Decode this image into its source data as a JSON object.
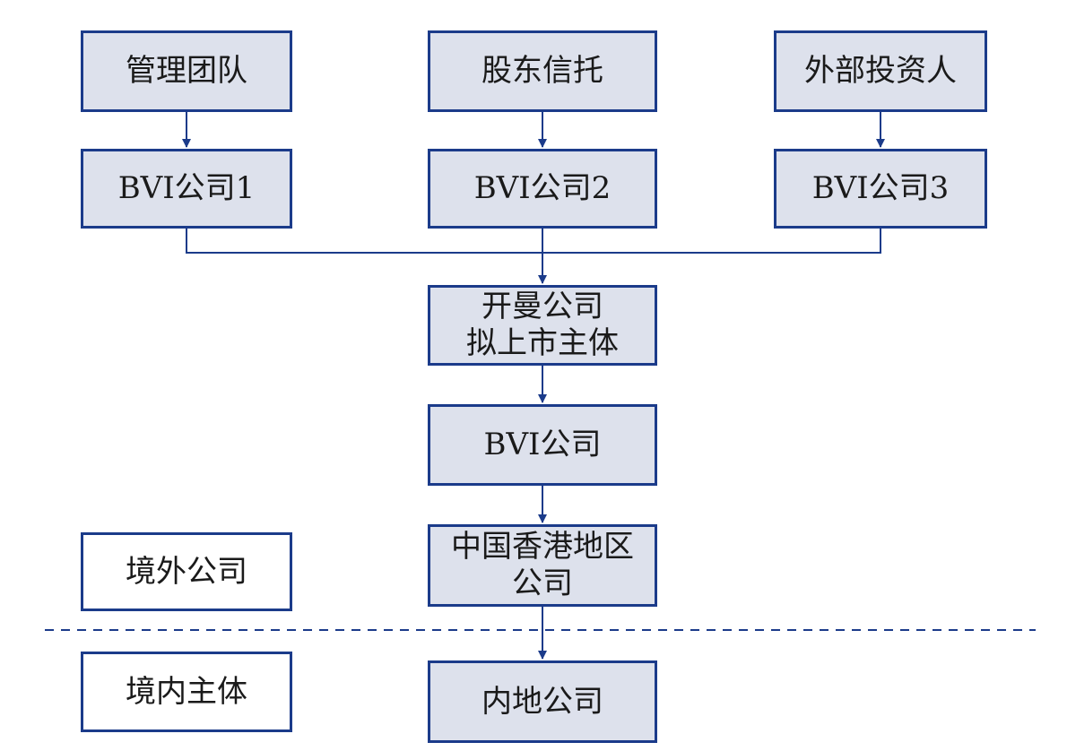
{
  "nodes": {
    "management_team": "管理团队",
    "shareholder_trust": "股东信托",
    "external_investor": "外部投资人",
    "bvi_company_1": "BVI公司1",
    "bvi_company_2": "BVI公司2",
    "bvi_company_3": "BVI公司3",
    "cayman_line1": "开曼公司",
    "cayman_line2": "拟上市主体",
    "bvi_company": "BVI公司",
    "hk_line1": "中国香港地区",
    "hk_line2": "公司",
    "mainland_company": "内地公司"
  },
  "legend": {
    "offshore_company": "境外公司",
    "onshore_entity": "境内主体"
  },
  "colors": {
    "box_fill": "#dde1ec",
    "box_border": "#1b3b8a",
    "connector": "#1b3b8a",
    "legend_fill": "#ffffff"
  }
}
